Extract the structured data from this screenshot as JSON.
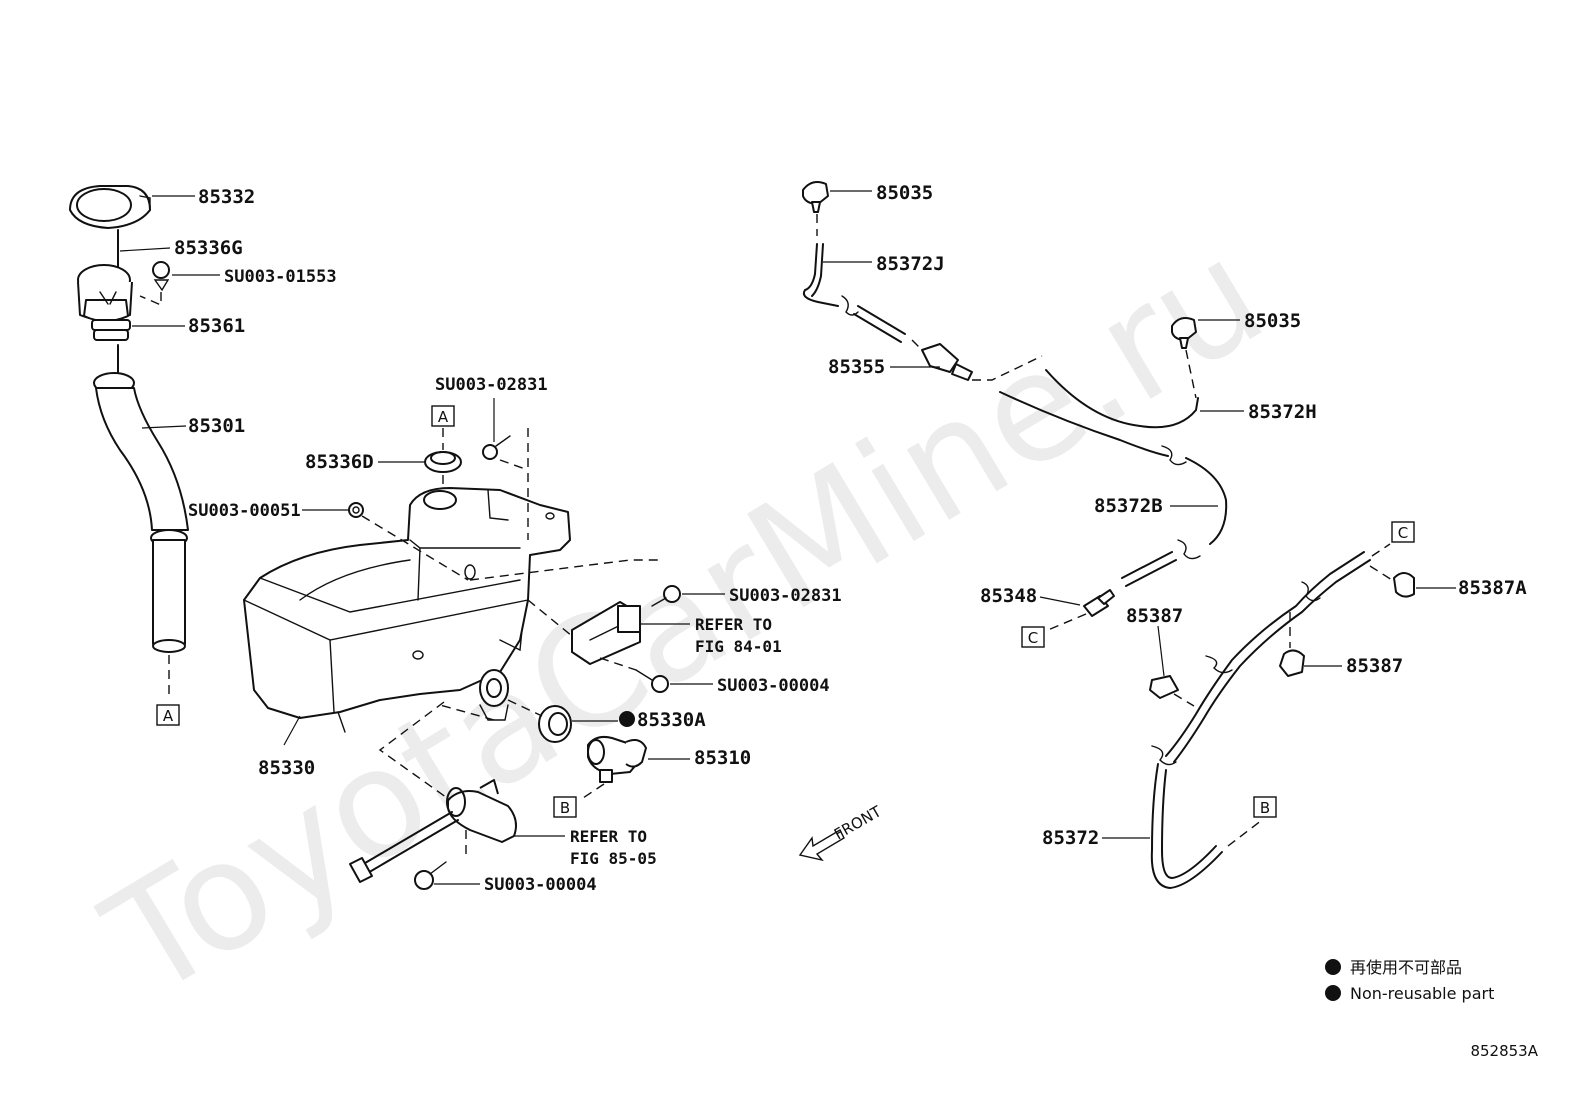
{
  "watermark": "ToyotaCarMine.ru",
  "parts": {
    "p85332": "85332",
    "p85336G": "85336G",
    "su01553": "SU003-01553",
    "p85361": "85361",
    "p85301": "85301",
    "su02831_top": "SU003-02831",
    "p85336D": "85336D",
    "su00051": "SU003-00051",
    "su02831_mid": "SU003-02831",
    "su00004_mid": "SU003-00004",
    "p85330A": "85330A",
    "p85310": "85310",
    "p85330": "85330",
    "su00004_bot": "SU003-00004",
    "p85035_top": "85035",
    "p85372J": "85372J",
    "p85355": "85355",
    "p85035_mid": "85035",
    "p85372H": "85372H",
    "p85372B": "85372B",
    "p85348": "85348",
    "p85387": "85387",
    "p85387A": "85387A",
    "p85387_r": "85387",
    "p85372": "85372"
  },
  "references": {
    "fig84_line1": "REFER TO",
    "fig84_line2": "FIG 84-01",
    "fig85_line1": "REFER TO",
    "fig85_line2": "FIG 85-05"
  },
  "ref_boxes": {
    "A_top": "A",
    "A_bottom": "A",
    "B_pump": "B",
    "B_hose": "B",
    "C_left": "C",
    "C_right": "C"
  },
  "front_label": "FRONT",
  "legend": {
    "japanese": "再使用不可部品",
    "english": "Non-reusable part"
  },
  "figure_code": "852853A"
}
